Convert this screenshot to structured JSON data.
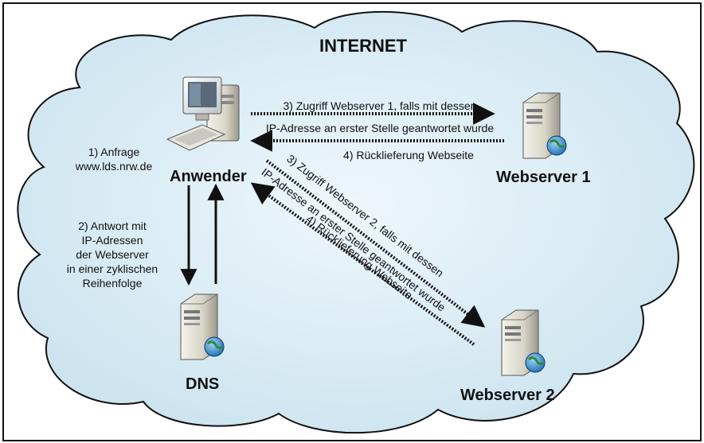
{
  "title": "INTERNET",
  "nodes": {
    "user": "Anwender",
    "dns": "DNS",
    "webserver1": "Webserver 1",
    "webserver2": "Webserver 2"
  },
  "labels": {
    "request_line1": "1) Anfrage",
    "request_line2": "www.lds.nrw.de",
    "answer_lines": [
      "2) Antwort mit",
      "IP-Adressen",
      "der Webserver",
      "in einer zyklischen",
      "Reihenfolge"
    ],
    "access_ws1_line1": "3) Zugriff Webserver 1, falls mit dessen",
    "access_ws1_line2": "IP-Adresse an erster Stelle geantwortet wurde",
    "return_ws1": "4) Rücklieferung Webseite",
    "access_ws2_line1": "3) Zugriff Webserver 2, falls mit dessen",
    "access_ws2_line2": "IP-Adresse an erster Stelle geantwortet wurde",
    "return_ws2": "4) Rücklieferung Webseite"
  },
  "icons": {
    "user": "desktop-computer-icon",
    "servers": "server-globe-icon"
  },
  "colors": {
    "cloud_fill": "#d6e9f2",
    "cloud_stroke": "#111111",
    "arrow": "#111111",
    "globe": "#2f86c8"
  }
}
